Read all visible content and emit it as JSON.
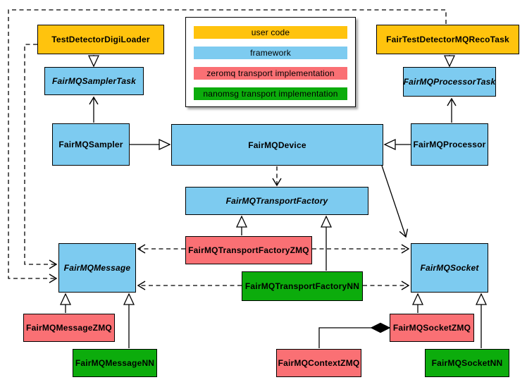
{
  "legend": {
    "items": [
      {
        "label": "user code",
        "type": "user"
      },
      {
        "label": "framework",
        "type": "framework"
      },
      {
        "label": "zeromq transport implementation",
        "type": "zeromq"
      },
      {
        "label": "nanomsg transport implementation",
        "type": "nanomsg"
      }
    ],
    "colors": {
      "user": "#FFC30D",
      "framework": "#7DCBF0",
      "zeromq": "#FA7074",
      "nanomsg": "#0CAC0C"
    }
  },
  "nodes": {
    "testDetectorDigiLoader": {
      "label": "TestDetectorDigiLoader",
      "type": "user",
      "abstract": false
    },
    "fairTestDetectorMQRecoTask": {
      "label": "FairTestDetectorMQRecoTask",
      "type": "user",
      "abstract": false
    },
    "fairMQSamplerTask": {
      "label": "FairMQSamplerTask",
      "type": "framework",
      "abstract": true
    },
    "fairMQProcessorTask": {
      "label": "FairMQProcessorTask",
      "type": "framework",
      "abstract": true
    },
    "fairMQSampler": {
      "label": "FairMQSampler",
      "type": "framework",
      "abstract": false
    },
    "fairMQDevice": {
      "label": "FairMQDevice",
      "type": "framework",
      "abstract": false
    },
    "fairMQProcessor": {
      "label": "FairMQProcessor",
      "type": "framework",
      "abstract": false
    },
    "fairMQTransportFactory": {
      "label": "FairMQTransportFactory",
      "type": "framework",
      "abstract": true
    },
    "fairMQTransportFactoryZMQ": {
      "label": "FairMQTransportFactoryZMQ",
      "type": "zeromq",
      "abstract": false
    },
    "fairMQTransportFactoryNN": {
      "label": "FairMQTransportFactoryNN",
      "type": "nanomsg",
      "abstract": false
    },
    "fairMQMessage": {
      "label": "FairMQMessage",
      "type": "framework",
      "abstract": true
    },
    "fairMQSocket": {
      "label": "FairMQSocket",
      "type": "framework",
      "abstract": true
    },
    "fairMQMessageZMQ": {
      "label": "FairMQMessageZMQ",
      "type": "zeromq",
      "abstract": false
    },
    "fairMQMessageNN": {
      "label": "FairMQMessageNN",
      "type": "nanomsg",
      "abstract": false
    },
    "fairMQSocketZMQ": {
      "label": "FairMQSocketZMQ",
      "type": "zeromq",
      "abstract": false
    },
    "fairMQSocketNN": {
      "label": "FairMQSocketNN",
      "type": "nanomsg",
      "abstract": false
    },
    "fairMQContextZMQ": {
      "label": "FairMQContextZMQ",
      "type": "zeromq",
      "abstract": false
    }
  },
  "relationships": [
    {
      "from": "TestDetectorDigiLoader",
      "to": "FairMQSamplerTask",
      "kind": "inheritance",
      "line": "solid"
    },
    {
      "from": "FairTestDetectorMQRecoTask",
      "to": "FairMQProcessorTask",
      "kind": "inheritance",
      "line": "solid"
    },
    {
      "from": "FairMQSampler",
      "to": "FairMQDevice",
      "kind": "inheritance",
      "line": "solid"
    },
    {
      "from": "FairMQProcessor",
      "to": "FairMQDevice",
      "kind": "inheritance",
      "line": "solid"
    },
    {
      "from": "FairMQSampler",
      "to": "FairMQSamplerTask",
      "kind": "association",
      "line": "solid"
    },
    {
      "from": "FairMQProcessor",
      "to": "FairMQProcessorTask",
      "kind": "association",
      "line": "solid"
    },
    {
      "from": "FairMQDevice",
      "to": "FairMQTransportFactory",
      "kind": "dependency",
      "line": "dashed"
    },
    {
      "from": "FairMQDevice",
      "to": "FairMQSocket",
      "kind": "association",
      "line": "solid"
    },
    {
      "from": "FairMQTransportFactoryZMQ",
      "to": "FairMQTransportFactory",
      "kind": "inheritance",
      "line": "solid"
    },
    {
      "from": "FairMQTransportFactoryNN",
      "to": "FairMQTransportFactory",
      "kind": "inheritance",
      "line": "solid"
    },
    {
      "from": "FairMQTransportFactoryZMQ",
      "to": "FairMQMessage",
      "kind": "dependency",
      "line": "dashed"
    },
    {
      "from": "FairMQTransportFactoryZMQ",
      "to": "FairMQSocket",
      "kind": "dependency",
      "line": "dashed"
    },
    {
      "from": "FairMQTransportFactoryNN",
      "to": "FairMQMessage",
      "kind": "dependency",
      "line": "dashed"
    },
    {
      "from": "FairMQTransportFactoryNN",
      "to": "FairMQSocket",
      "kind": "dependency",
      "line": "dashed"
    },
    {
      "from": "FairMQMessageZMQ",
      "to": "FairMQMessage",
      "kind": "inheritance",
      "line": "solid"
    },
    {
      "from": "FairMQMessageNN",
      "to": "FairMQMessage",
      "kind": "inheritance",
      "line": "solid"
    },
    {
      "from": "FairMQSocketZMQ",
      "to": "FairMQSocket",
      "kind": "inheritance",
      "line": "solid"
    },
    {
      "from": "FairMQSocketNN",
      "to": "FairMQSocket",
      "kind": "inheritance",
      "line": "solid"
    },
    {
      "from": "TestDetectorDigiLoader",
      "to": "FairMQMessage",
      "kind": "dependency",
      "line": "dashed"
    },
    {
      "from": "FairTestDetectorMQRecoTask",
      "to": "FairMQMessage",
      "kind": "dependency",
      "line": "dashed"
    },
    {
      "from": "FairMQSocketZMQ",
      "to": "FairMQContextZMQ",
      "kind": "composition",
      "line": "solid"
    }
  ]
}
